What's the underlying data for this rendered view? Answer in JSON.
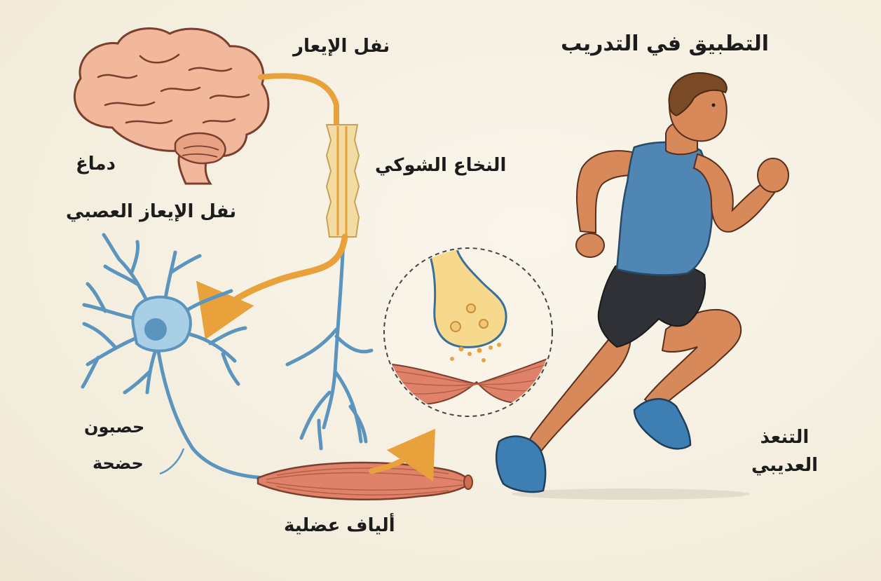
{
  "labels": {
    "title": "التطبيق في التدريب",
    "signal_transmission": "نفل الإيعار",
    "brain": "دماغ",
    "nerve_signal": "نفل الإيعاز العصبي",
    "spinal_cord": "النخاع الشوكي",
    "axon": "حصبون",
    "myelin": "حضحة",
    "muscle_fibers": "ألياف عضلية",
    "fatigue_line1": "التنعذ",
    "fatigue_line2": "العديبي"
  },
  "colors": {
    "background": "#f6f1e4",
    "brain": "#f2b89c",
    "brain_outline": "#7a3f2e",
    "signal_arrow": "#e9a23b",
    "neuron": "#5b94bd",
    "neuron_fill": "#a9cfe6",
    "muscle": "#e0826a",
    "spine": "#f3dca3",
    "shirt": "#4f86b4",
    "shorts": "#2f3136",
    "shoes": "#3d7fb2",
    "skin": "#d8895a"
  }
}
